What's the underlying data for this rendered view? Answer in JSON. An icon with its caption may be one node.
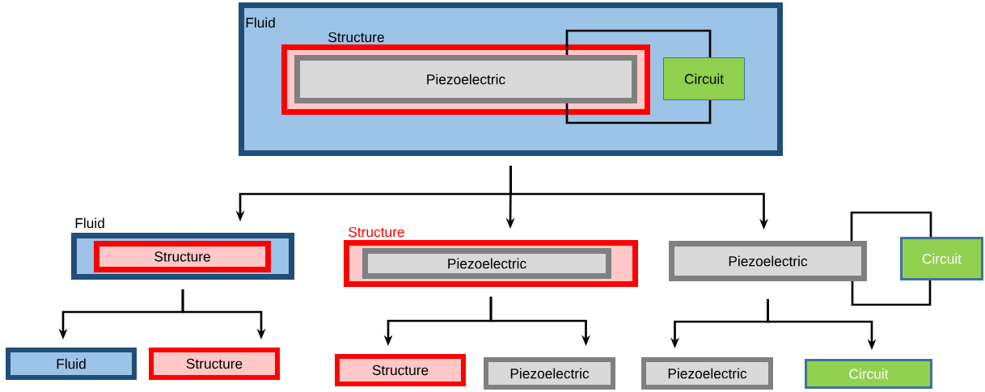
{
  "diagram": {
    "nodes": [
      {
        "text": [
          "Fluid"
        ]
      },
      {
        "text": [
          "Structure"
        ],
        "in": 0
      },
      {
        "text": [
          "Piezoelectric"
        ],
        "in": 1
      },
      {
        "text": [
          "Circuit"
        ],
        "in": 0
      },
      {
        "text": [
          "Fluid"
        ]
      },
      {
        "text": [
          "Structure"
        ],
        "in": 4
      },
      {
        "text": [
          "Structure"
        ]
      },
      {
        "text": [
          "Piezoelectric"
        ],
        "in": 6
      },
      {
        "text": [
          "Piezoelectric"
        ]
      },
      {
        "text": [
          "Circuit"
        ]
      },
      {
        "text": [
          "Fluid"
        ]
      },
      {
        "text": [
          "Structure"
        ]
      },
      {
        "text": [
          "Structure"
        ]
      },
      {
        "text": [
          "Piezoelectric"
        ]
      },
      {
        "text": [
          "Piezoelectric"
        ]
      },
      {
        "text": [
          "Circuit"
        ]
      }
    ],
    "edges": [
      {
        "from": 0,
        "to": 4,
        "arrow": "to"
      },
      {
        "from": 0,
        "to": 6,
        "arrow": "to"
      },
      {
        "from": 0,
        "to": 8,
        "arrow": "to"
      },
      {
        "from": 4,
        "to": 10,
        "arrow": "to"
      },
      {
        "from": 4,
        "to": 11,
        "arrow": "to"
      },
      {
        "from": 6,
        "to": 12,
        "arrow": "to"
      },
      {
        "from": 6,
        "to": 13,
        "arrow": "to"
      },
      {
        "from": 8,
        "to": 14,
        "arrow": "to"
      },
      {
        "from": 8,
        "to": 15,
        "arrow": "to"
      },
      {
        "from": 2,
        "to": 3,
        "arrow": "none"
      },
      {
        "from": 2,
        "to": 3,
        "arrow": "none"
      },
      {
        "from": 8,
        "to": 9,
        "arrow": "none"
      },
      {
        "from": 8,
        "to": 9,
        "arrow": "none"
      }
    ]
  }
}
